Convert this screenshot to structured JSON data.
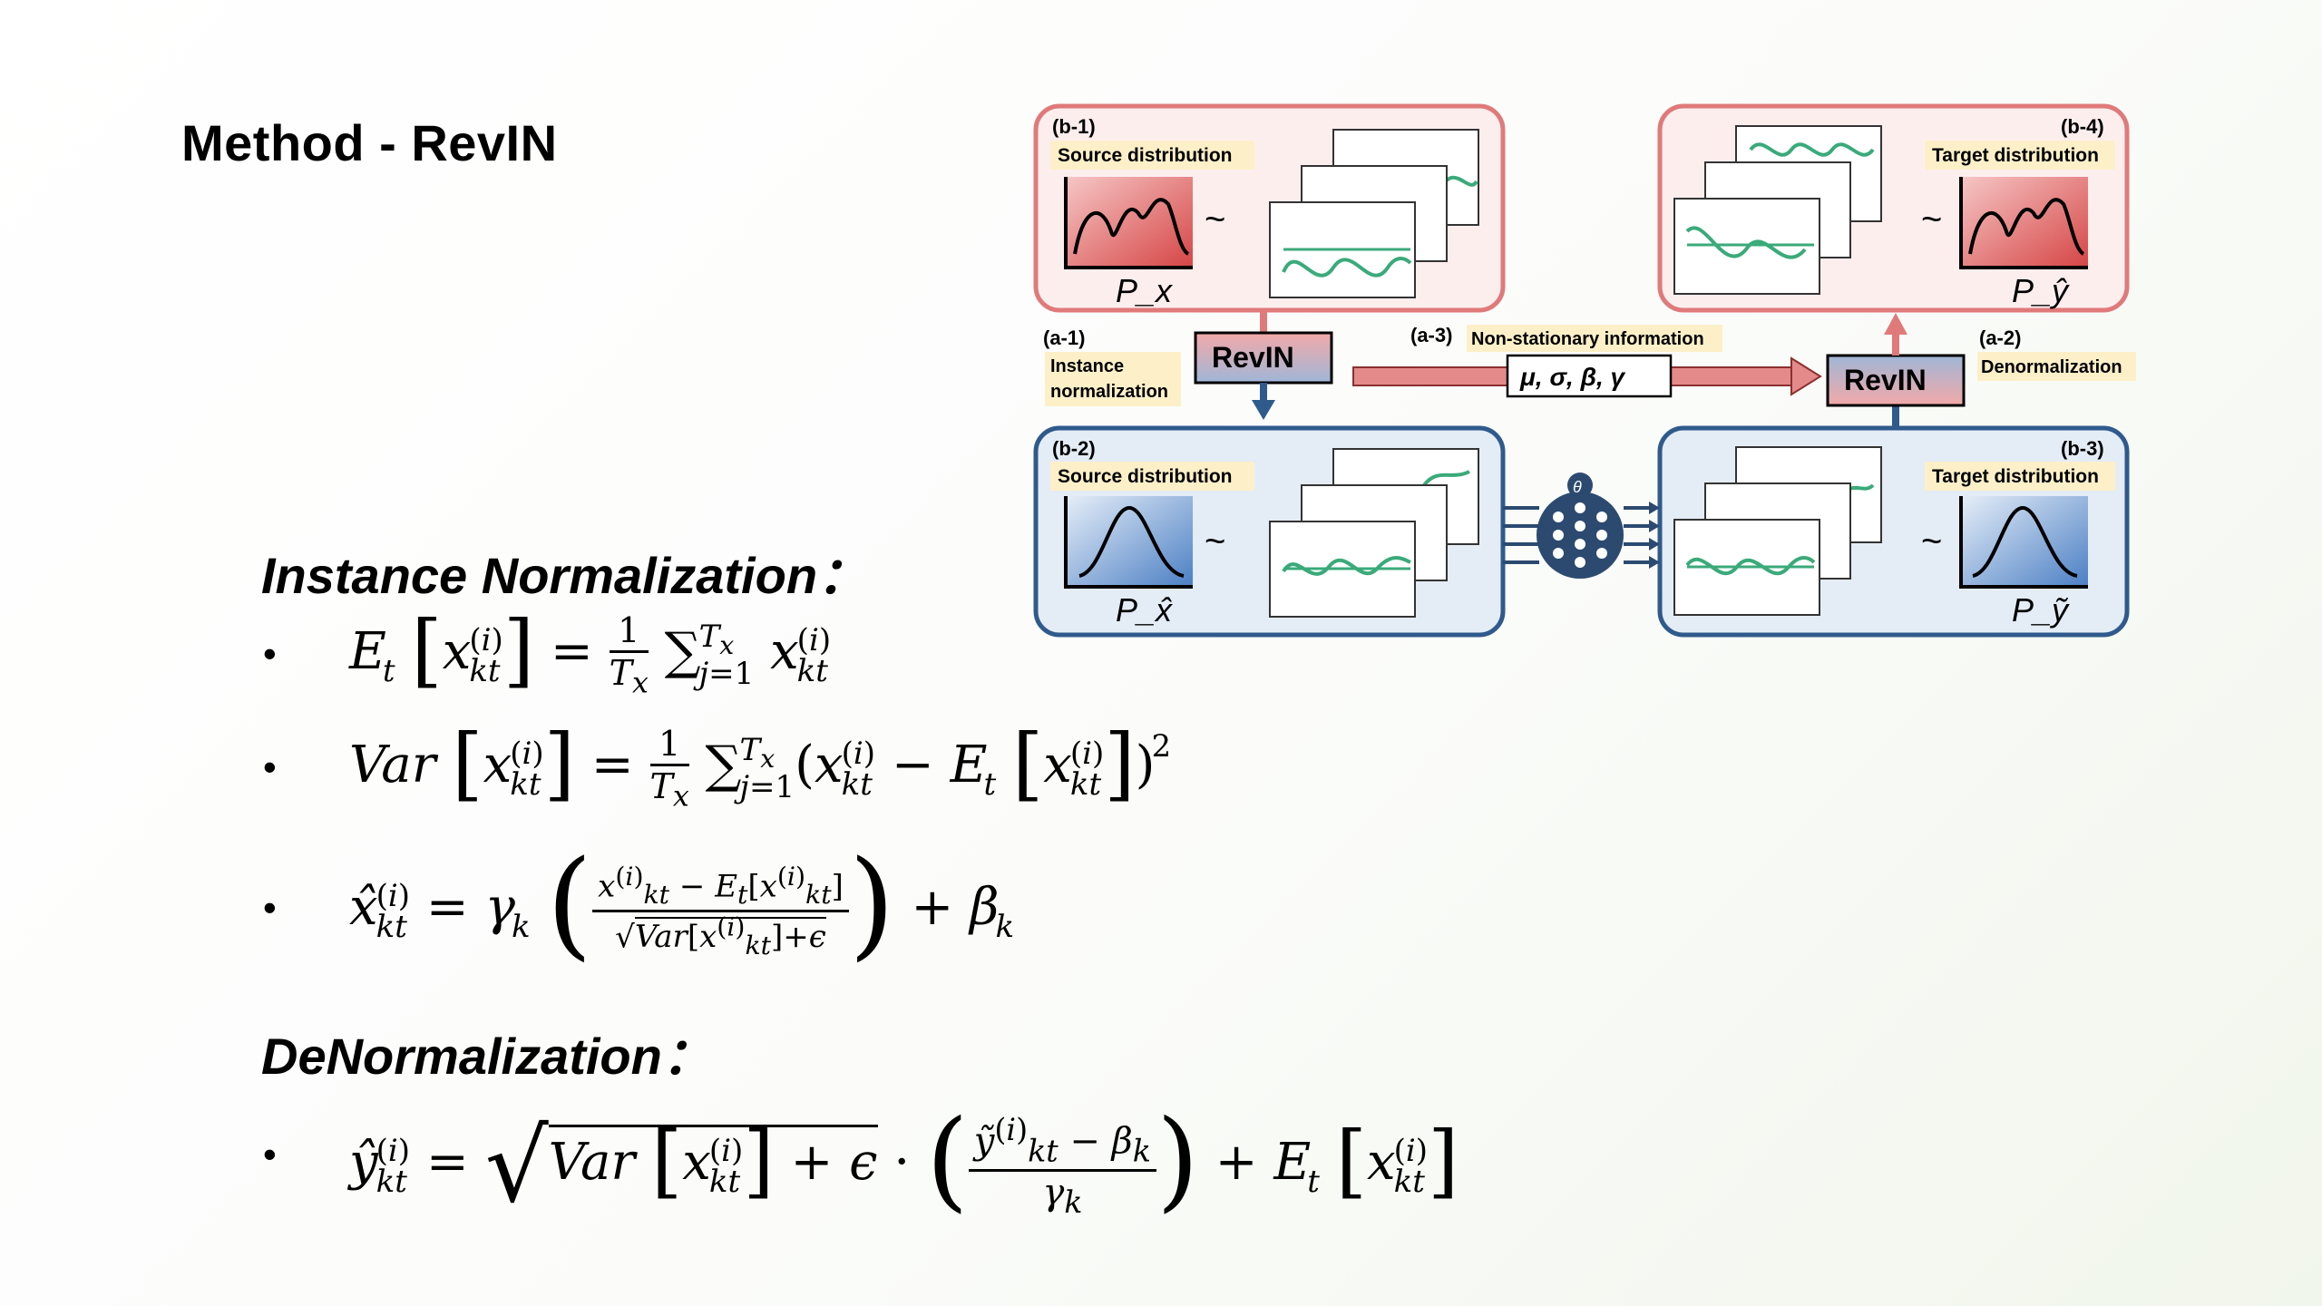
{
  "slide": {
    "title": "Method - RevIN",
    "section1": "Instance Normalization：",
    "section2": "DeNormalization："
  },
  "equations": {
    "mean": "E_t[x_kt^(i)] = (1/T_x) Σ_{j=1}^{T_x} x_kt^(i)",
    "var": "Var[x_kt^(i)] = (1/T_x) Σ_{j=1}^{T_x} (x_kt^(i) − E_t[x_kt^(i)])^2",
    "norm": "x̂_kt^(i) = γ_k ( (x_kt^(i) − E_t[x_kt^(i)]) / sqrt(Var[x_kt^(i)] + ϵ) ) + β_k",
    "denorm": "ŷ_kt^(i) = sqrt(Var[x_kt^(i)] + ϵ) · ( (ỹ_kt^(i) − β_k) / γ_k ) + E_t[x_kt^(i)]"
  },
  "diagram": {
    "b1_tag": "(b-1)",
    "b1_label": "Source distribution",
    "b1_dist": "P_x",
    "b4_tag": "(b-4)",
    "b4_label": "Target distribution",
    "b4_dist": "P_ŷ",
    "b2_tag": "(b-2)",
    "b2_label": "Source distribution",
    "b2_dist": "P_x̂",
    "b3_tag": "(b-3)",
    "b3_label": "Target distribution",
    "b3_dist": "P_ỹ",
    "a1_tag": "(a-1)",
    "a1_label_line1": "Instance",
    "a1_label_line2": "normalization",
    "a2_tag": "(a-2)",
    "a2_label": "Denormalization",
    "a3_tag": "(a-3)",
    "a3_label": "Non-stationary information",
    "params": "μ, σ, β, γ",
    "revin_left": "RevIN",
    "revin_right": "RevIN",
    "theta": "θ",
    "tilde": "~"
  },
  "colors": {
    "red_border": "#e07a7a",
    "red_fill": "#fbeaea",
    "blue_border": "#2f5a8c",
    "blue_fill": "#e4ecf6",
    "curve_green": "#3aaa7a",
    "label_bg": "#fdf0c8",
    "net_blue": "#2c4a70"
  }
}
